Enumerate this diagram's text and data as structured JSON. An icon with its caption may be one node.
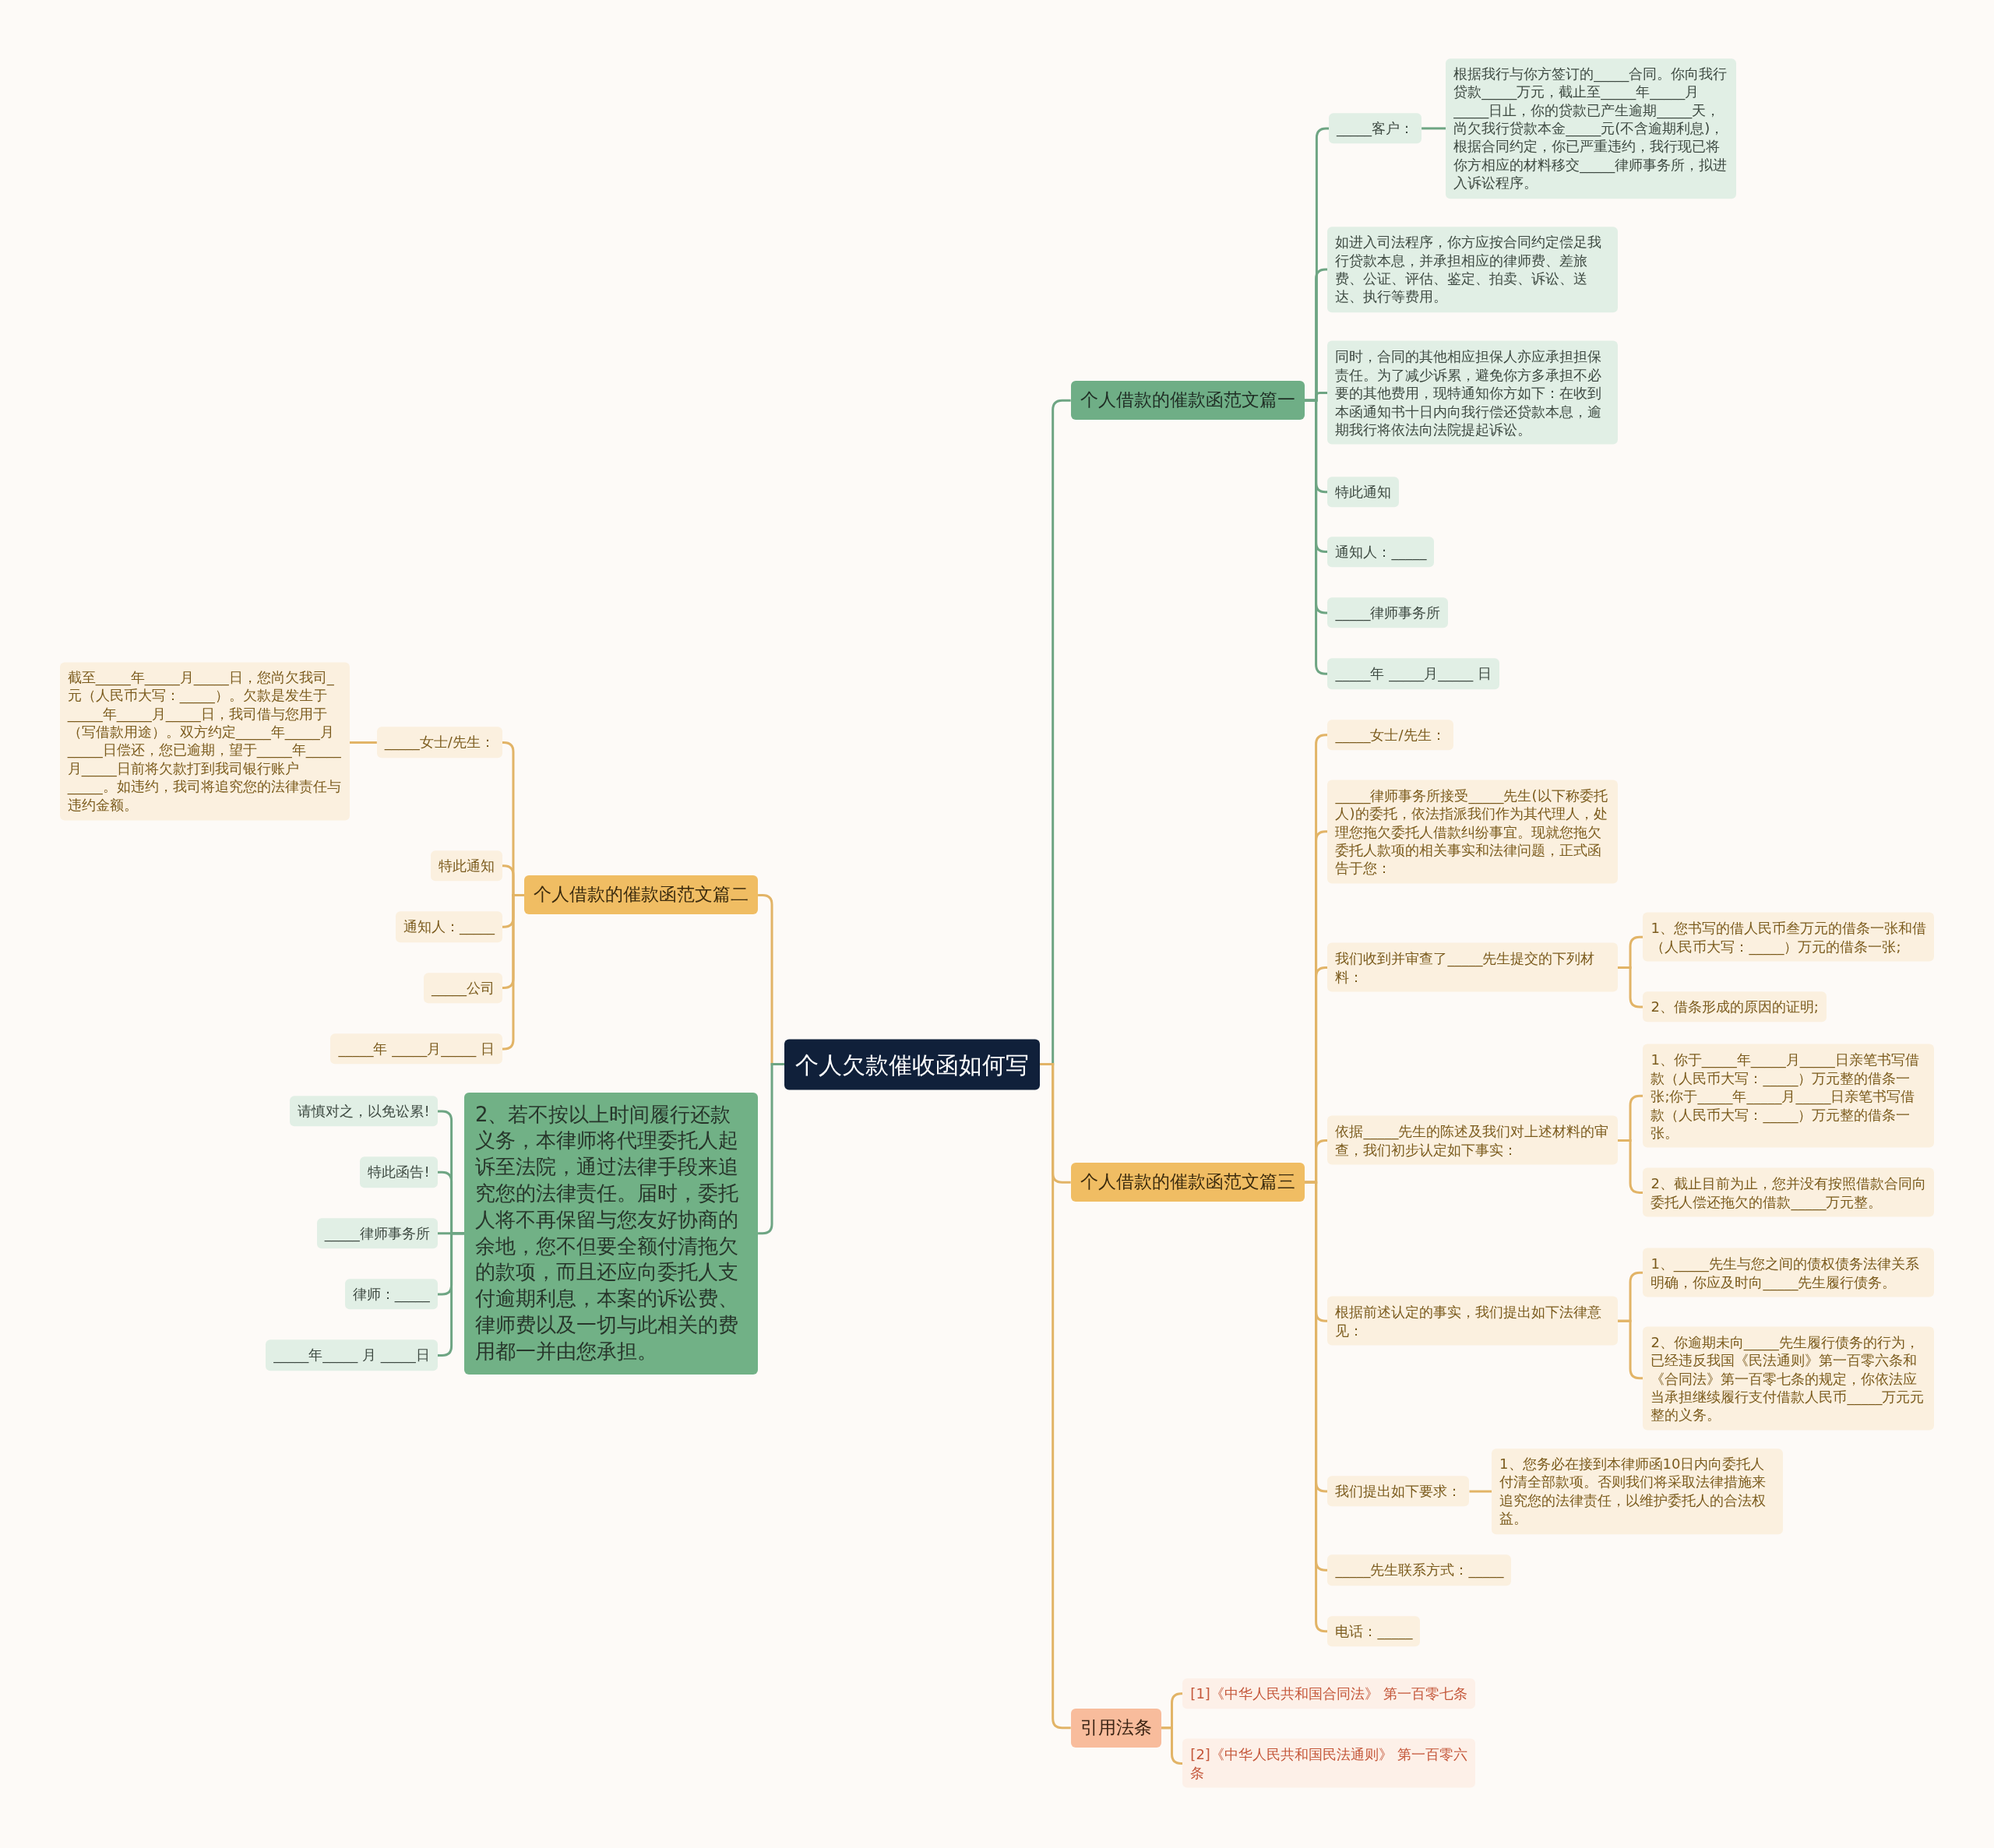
{
  "diagram": {
    "nodes": [
      {
        "text": [
          "个人欠款催收函如何写"
        ]
      },
      {
        "text": [
          "个人借款的催款函范文篇一"
        ]
      },
      {
        "text": [
          "_____客户："
        ]
      },
      {
        "text": [
          "根据我行与你方签订的_____合同。你向我行贷款_____万元，截止至_____年_____月_____日止，你的贷款已产生逾期_____天，尚欠我行贷款本金_____元(不含逾期利息)，根据合同约定，你已严重违约，我行现已将你方相应的材料移交_____律师事务所，拟进入诉讼程序。"
        ]
      },
      {
        "text": [
          "如进入司法程序，你方应按合同约定偿足我行贷款本息，并承担相应的律师费、差旅费、公证、评估、鉴定、拍卖、诉讼、送达、执行等费用。"
        ]
      },
      {
        "text": [
          "同时，合同的其他相应担保人亦应承担担保责任。为了减少诉累，避免你方多承担不必要的其他费用，现特通知你方如下：在收到本函通知书十日内向我行偿还贷款本息，逾期我行将依法向法院提起诉讼。"
        ]
      },
      {
        "text": [
          "特此通知"
        ]
      },
      {
        "text": [
          "通知人：_____"
        ]
      },
      {
        "text": [
          "_____律师事务所"
        ]
      },
      {
        "text": [
          "_____年 _____月_____ 日"
        ]
      },
      {
        "text": [
          "个人借款的催款函范文篇二"
        ]
      },
      {
        "text": [
          "_____女士/先生："
        ]
      },
      {
        "text": [
          "截至_____年_____月_____日，您尚欠我司_元（人民币大写：_____）。欠款是发生于_____年_____月_____日，我司借与您用于（写借款用途）。双方约定_____年_____月_____日偿还，您已逾期，望于_____年_____月_____日前将欠款打到我司银行账户_____。如违约，我司将追究您的法律责任与违约金额。"
        ]
      },
      {
        "text": [
          "特此通知"
        ]
      },
      {
        "text": [
          "通知人：_____"
        ]
      },
      {
        "text": [
          "_____公司"
        ]
      },
      {
        "text": [
          "_____年 _____月_____ 日"
        ]
      },
      {
        "text": [
          "2、若不按以上时间履行还款义务，本律师将代理委托人起诉至法院，通过法律手段来追究您的法律责任。届时，委托人将不再保留与您友好协商的余地，您不但要全额付清拖欠的款项，而且还应向委托人支付逾期利息，本案的诉讼费、律师费以及一切与此相关的费用都一并由您承担。"
        ]
      },
      {
        "text": [
          "请慎对之，以免讼累!"
        ]
      },
      {
        "text": [
          "特此函告!"
        ]
      },
      {
        "text": [
          "_____律师事务所"
        ]
      },
      {
        "text": [
          "律师：_____"
        ]
      },
      {
        "text": [
          "_____年_____ 月 _____日"
        ]
      },
      {
        "text": [
          "个人借款的催款函范文篇三"
        ]
      },
      {
        "text": [
          "_____女士/先生："
        ]
      },
      {
        "text": [
          "_____律师事务所接受_____先生(以下称委托人)的委托，依法指派我们作为其代理人，处理您拖欠委托人借款纠纷事宜。现就您拖欠委托人款项的相关事实和法律问题，正式函告于您："
        ]
      },
      {
        "text": [
          "我们收到并审查了_____先生提交的下列材料："
        ]
      },
      {
        "text": [
          "1、您书写的借人民币叁万元的借条一张和借（人民币大写：_____）万元的借条一张;"
        ]
      },
      {
        "text": [
          "2、借条形成的原因的证明;"
        ]
      },
      {
        "text": [
          "依据_____先生的陈述及我们对上述材料的审查，我们初步认定如下事实："
        ]
      },
      {
        "text": [
          "1、你于_____年_____月_____日亲笔书写借款（人民币大写：_____）万元整的借条一张;你于_____年_____月_____日亲笔书写借款（人民币大写：_____）万元整的借条一张。"
        ]
      },
      {
        "text": [
          "2、截止目前为止，您并没有按照借款合同向委托人偿还拖欠的借款_____万元整。"
        ]
      },
      {
        "text": [
          "根据前述认定的事实，我们提出如下法律意见："
        ]
      },
      {
        "text": [
          "1、_____先生与您之间的债权债务法律关系明确，你应及时向_____先生履行债务。"
        ]
      },
      {
        "text": [
          "2、你逾期未向_____先生履行债务的行为，已经违反我国《民法通则》第一百零六条和《合同法》第一百零七条的规定，你依法应当承担继续履行支付借款人民币_____万元元整的义务。"
        ]
      },
      {
        "text": [
          "我们提出如下要求："
        ]
      },
      {
        "text": [
          "1、您务必在接到本律师函10日内向委托人付清全部款项。否则我们将采取法律措施来追究您的法律责任，以维护委托人的合法权益。"
        ]
      },
      {
        "text": [
          "_____先生联系方式：_____"
        ]
      },
      {
        "text": [
          "电话：_____"
        ]
      },
      {
        "text": [
          "引用法条"
        ]
      },
      {
        "text": [
          "[1]《中华人民共和国合同法》 第一百零七条"
        ]
      },
      {
        "text": [
          "[2]《中华人民共和国民法通则》 第一百零六条"
        ]
      }
    ],
    "edges": [
      {
        "from": 0,
        "to": 1,
        "arrow": "none",
        "color": "#6ea583"
      },
      {
        "from": 1,
        "to": 2,
        "arrow": "none",
        "color": "#6ea583"
      },
      {
        "from": 2,
        "to": 3,
        "arrow": "none",
        "color": "#6ea583"
      },
      {
        "from": 1,
        "to": 4,
        "arrow": "none",
        "color": "#6ea583"
      },
      {
        "from": 1,
        "to": 5,
        "arrow": "none",
        "color": "#6ea583"
      },
      {
        "from": 1,
        "to": 6,
        "arrow": "none",
        "color": "#6ea583"
      },
      {
        "from": 1,
        "to": 7,
        "arrow": "none",
        "color": "#6ea583"
      },
      {
        "from": 1,
        "to": 8,
        "arrow": "none",
        "color": "#6ea583"
      },
      {
        "from": 1,
        "to": 9,
        "arrow": "none",
        "color": "#6ea583"
      },
      {
        "from": 0,
        "to": 10,
        "arrow": "none"
      },
      {
        "from": 10,
        "to": 11,
        "arrow": "none"
      },
      {
        "from": 11,
        "to": 12,
        "arrow": "none"
      },
      {
        "from": 10,
        "to": 13,
        "arrow": "none"
      },
      {
        "from": 10,
        "to": 14,
        "arrow": "none"
      },
      {
        "from": 10,
        "to": 15,
        "arrow": "none"
      },
      {
        "from": 10,
        "to": 16,
        "arrow": "none"
      },
      {
        "from": 0,
        "to": 17,
        "arrow": "none",
        "color": "#6ea583"
      },
      {
        "from": 17,
        "to": 18,
        "arrow": "none",
        "color": "#6ea583"
      },
      {
        "from": 17,
        "to": 19,
        "arrow": "none",
        "color": "#6ea583"
      },
      {
        "from": 17,
        "to": 20,
        "arrow": "none",
        "color": "#6ea583"
      },
      {
        "from": 17,
        "to": 21,
        "arrow": "none",
        "color": "#6ea583"
      },
      {
        "from": 17,
        "to": 22,
        "arrow": "none",
        "color": "#6ea583"
      },
      {
        "from": 0,
        "to": 23,
        "arrow": "none"
      },
      {
        "from": 23,
        "to": 24,
        "arrow": "none"
      },
      {
        "from": 23,
        "to": 25,
        "arrow": "none"
      },
      {
        "from": 23,
        "to": 26,
        "arrow": "none"
      },
      {
        "from": 26,
        "to": 27,
        "arrow": "none"
      },
      {
        "from": 26,
        "to": 28,
        "arrow": "none"
      },
      {
        "from": 23,
        "to": 29,
        "arrow": "none"
      },
      {
        "from": 29,
        "to": 30,
        "arrow": "none"
      },
      {
        "from": 29,
        "to": 31,
        "arrow": "none"
      },
      {
        "from": 23,
        "to": 32,
        "arrow": "none"
      },
      {
        "from": 32,
        "to": 33,
        "arrow": "none"
      },
      {
        "from": 32,
        "to": 34,
        "arrow": "none"
      },
      {
        "from": 23,
        "to": 35,
        "arrow": "none"
      },
      {
        "from": 35,
        "to": 36,
        "arrow": "none"
      },
      {
        "from": 23,
        "to": 37,
        "arrow": "none"
      },
      {
        "from": 23,
        "to": 38,
        "arrow": "none"
      },
      {
        "from": 0,
        "to": 39,
        "arrow": "none"
      },
      {
        "from": 39,
        "to": 40,
        "arrow": "none"
      },
      {
        "from": 39,
        "to": 41,
        "arrow": "none"
      }
    ]
  }
}
